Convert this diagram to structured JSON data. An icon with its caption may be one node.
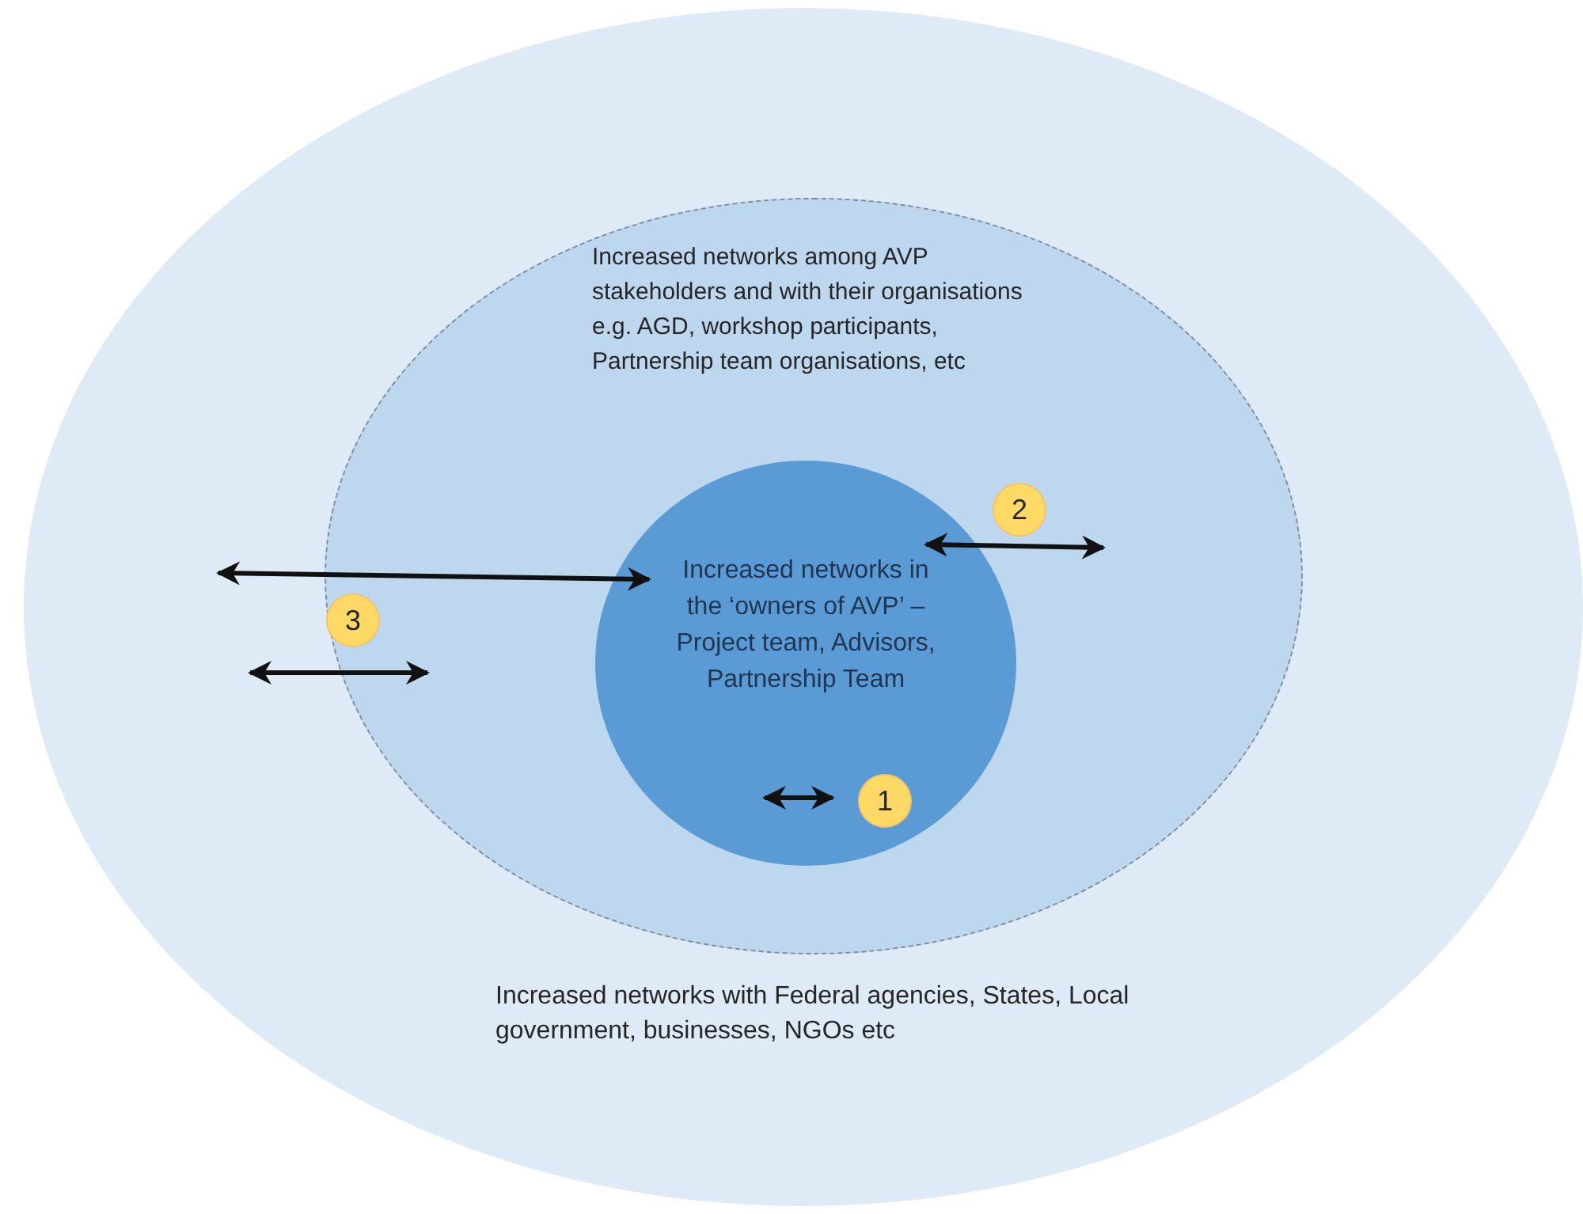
{
  "diagram": {
    "nodes": [
      {
        "text": [
          "Increased networks  with Federal agencies, States, Local government,  businesses, NGOs etc"
        ]
      },
      {
        "text": [
          "Increased networks  among AVP stakeholders and with their organisations e.g. AGD, workshop participants, Partnership team organisations, etc"
        ],
        "in": 0
      },
      {
        "text": [
          "Increased networks in the ‘owners of AVP’ – Project team, Advisors, Partnership Team"
        ],
        "in": 1
      },
      {
        "text": [
          "1"
        ],
        "in": 2
      },
      {
        "text": [
          "2"
        ],
        "in": 1
      },
      {
        "text": [
          "3"
        ],
        "in": 1
      }
    ]
  }
}
